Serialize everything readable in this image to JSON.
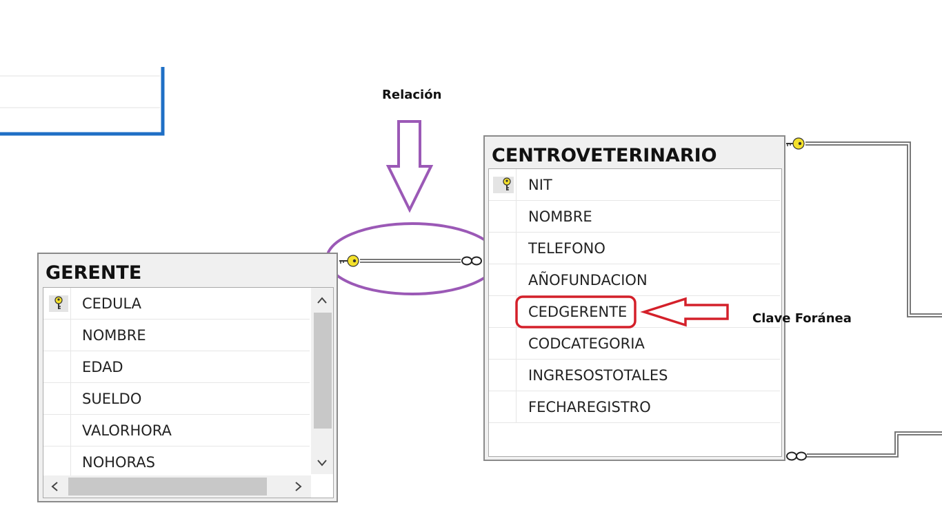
{
  "annotations": {
    "relation_label": "Relación",
    "foreign_key_label": "Clave Foránea"
  },
  "colors": {
    "relation_highlight": "#9b59b6",
    "foreign_key_highlight": "#d4202a",
    "key_icon": "#f4e12b",
    "selected_table_border": "#1f6fc5"
  },
  "tables": {
    "gerente": {
      "title": "GERENTE",
      "columns": [
        "CEDULA",
        "NOMBRE",
        "EDAD",
        "SUELDO",
        "VALORHORA",
        "NOHORAS"
      ],
      "primary_key": "CEDULA"
    },
    "centroveterinario": {
      "title": "CENTROVETERINARIO",
      "columns": [
        "NIT",
        "NOMBRE",
        "TELEFONO",
        "AÑOFUNDACION",
        "CEDGERENTE",
        "CODCATEGORIA",
        "INGRESOSTOTALES",
        "FECHAREGISTRO"
      ],
      "primary_key": "NIT",
      "foreign_key": "CEDGERENTE"
    }
  },
  "icons": {
    "primary_key": "key-icon",
    "many_end": "infinity-icon",
    "scroll_up": "chevron-up-icon",
    "scroll_down": "chevron-down-icon",
    "scroll_left": "chevron-left-icon",
    "scroll_right": "chevron-right-icon"
  }
}
